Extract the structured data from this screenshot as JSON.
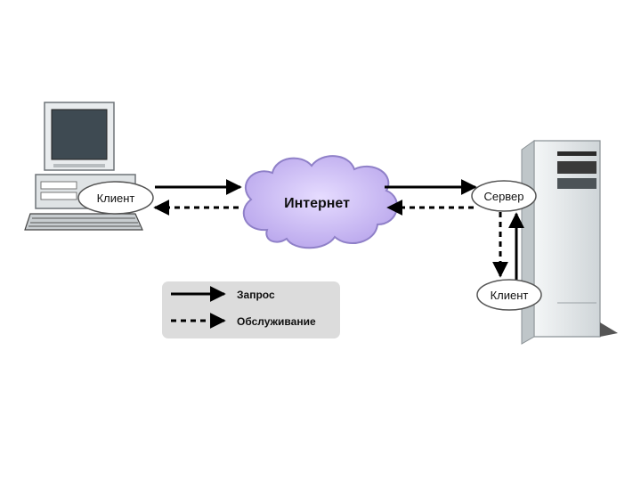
{
  "labels": {
    "client_left": "Клиент",
    "internet": "Интернет",
    "server": "Сервер",
    "client_right": "Клиент"
  },
  "legend": {
    "request": "Запрос",
    "service": "Обслуживание"
  },
  "icons": {
    "workstation": "desktop-computer-icon",
    "server": "server-tower-icon",
    "cloud": "cloud-icon"
  },
  "colors": {
    "cloud_fill": "#c9b8f0",
    "cloud_stroke": "#8f80c8",
    "tower": "#e2e6e8",
    "legend_bg": "#dcdcdc"
  }
}
